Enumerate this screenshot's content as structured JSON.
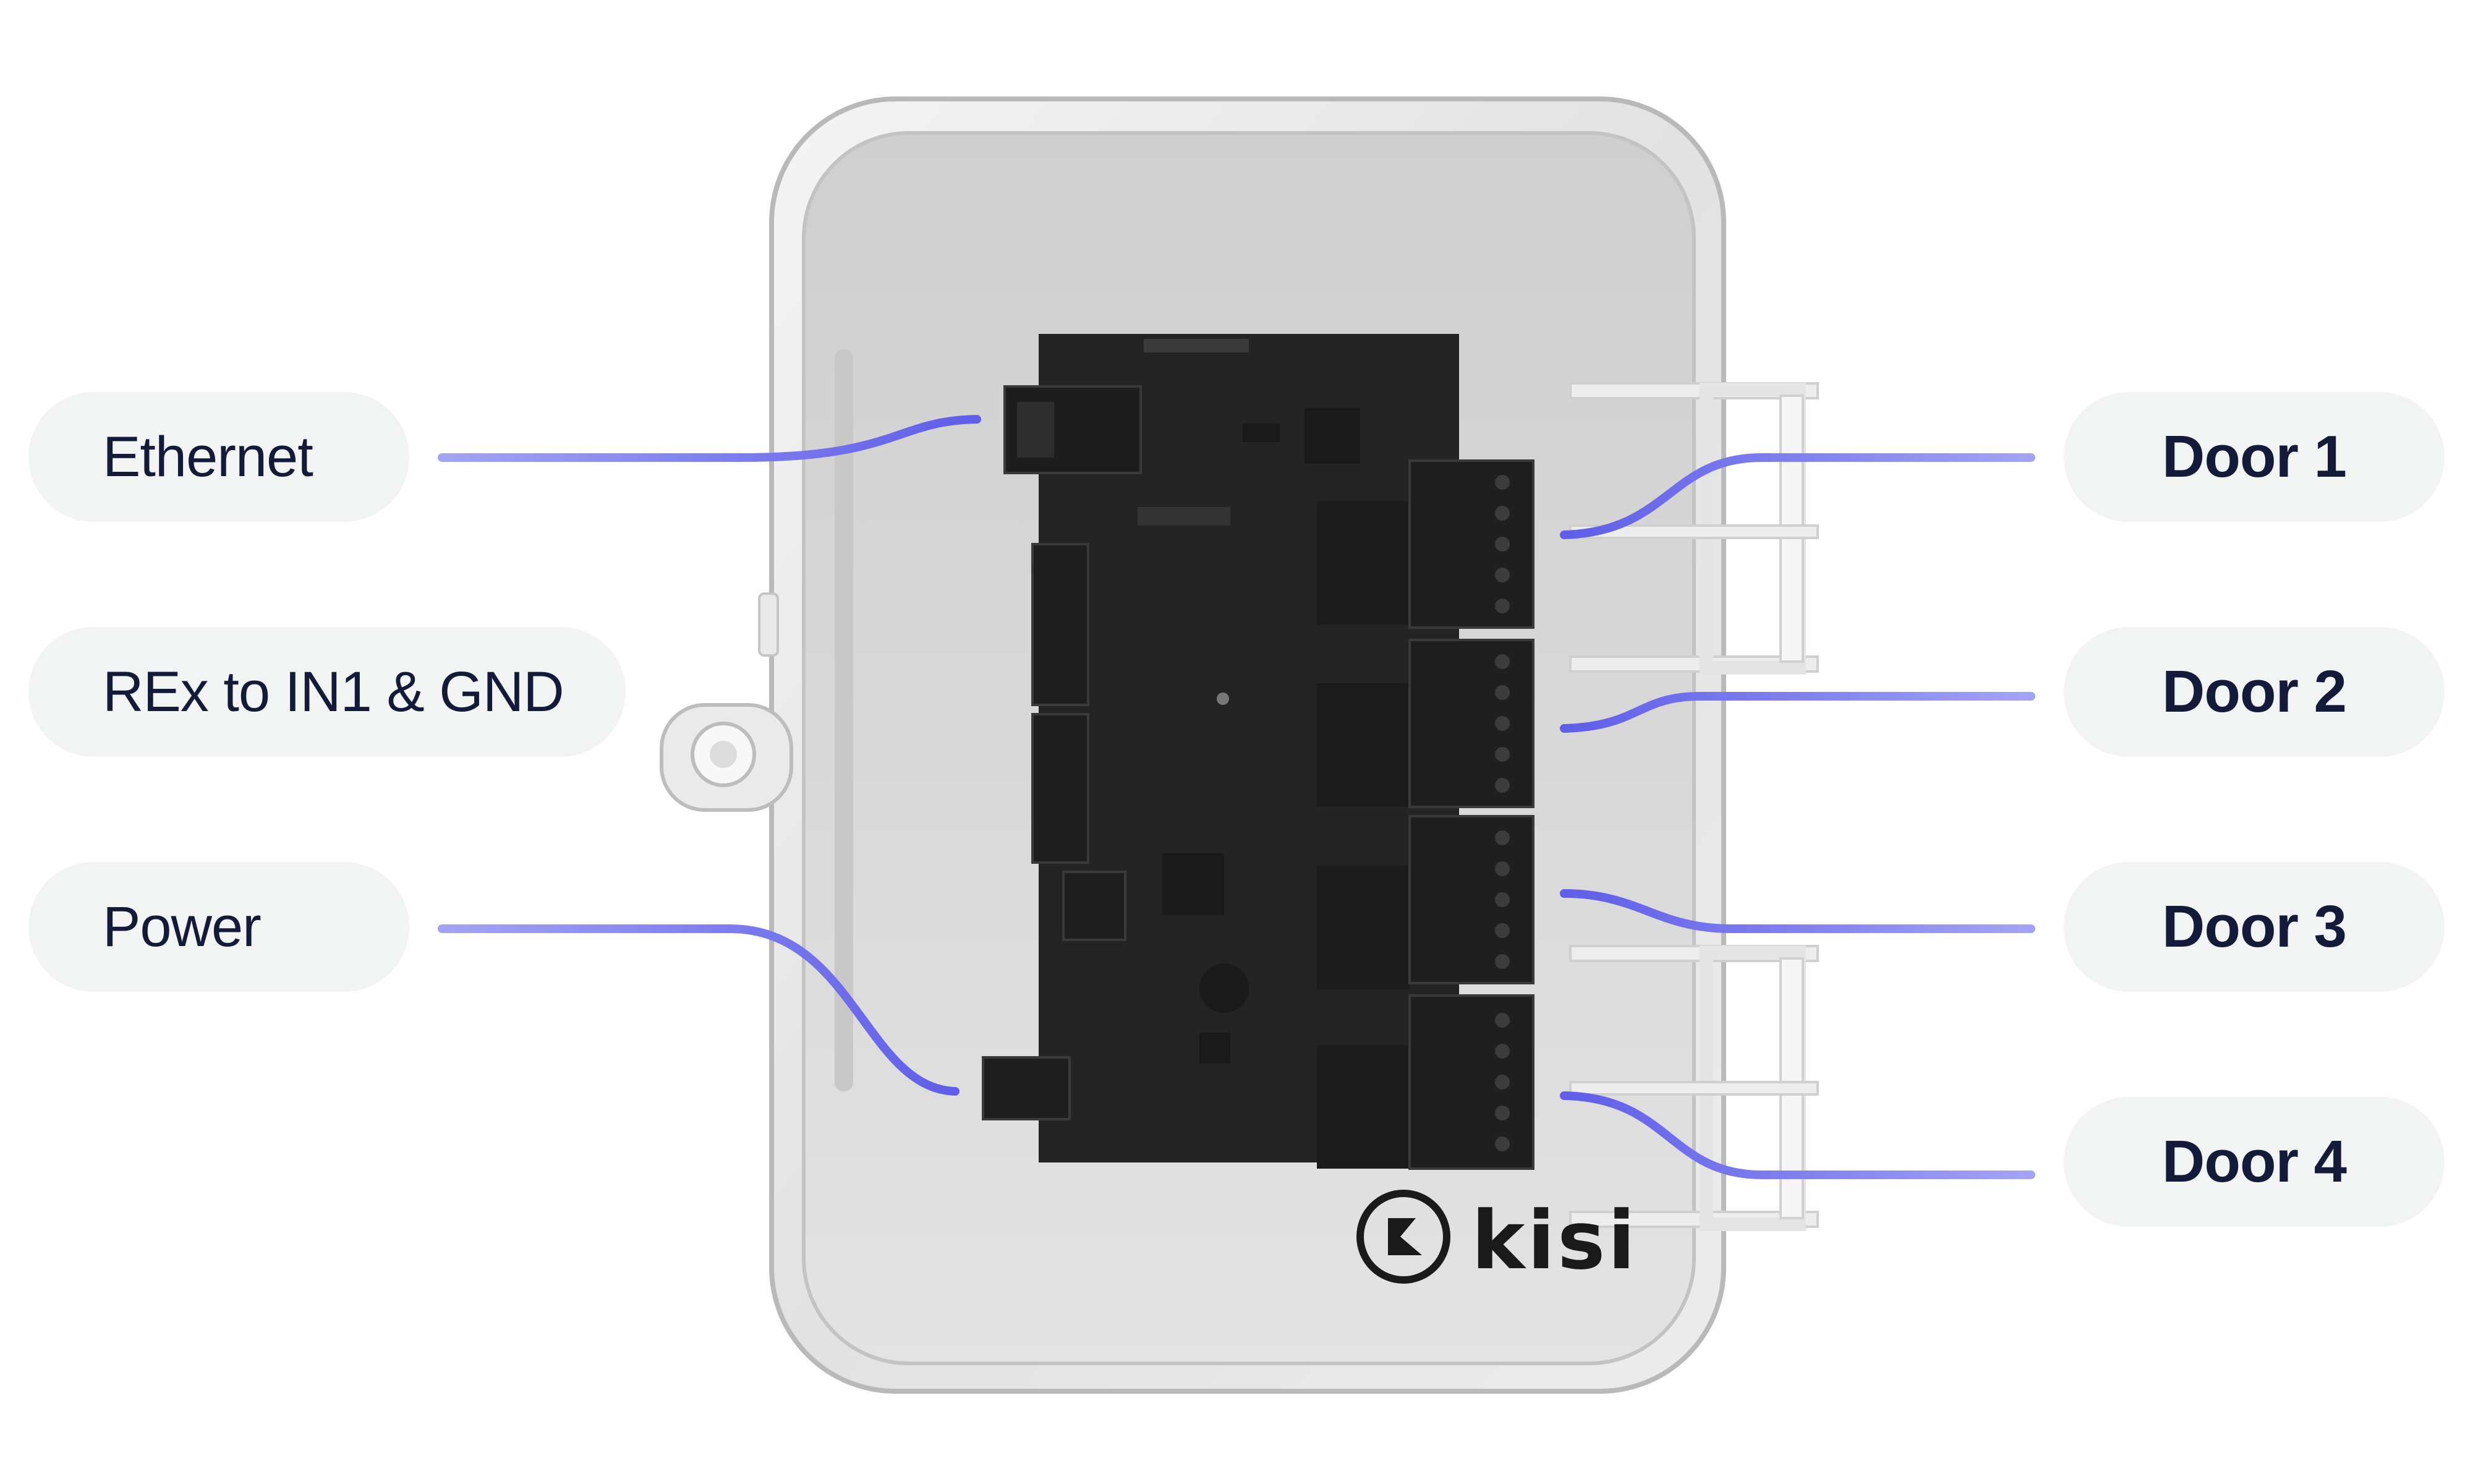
{
  "labels": {
    "left": {
      "ethernet": "Ethernet",
      "rex": "REx to IN1 & GND",
      "power": "Power"
    },
    "right": {
      "door1": "Door 1",
      "door2": "Door 2",
      "door3": "Door 3",
      "door4": "Door 4"
    }
  },
  "brand": {
    "logo_text": "kisi"
  },
  "colors": {
    "connector_line": "#6f6ff0",
    "pill_background": "#f2f3f3",
    "label_text": "#141a3a",
    "board": "#222222",
    "enclosure": "#d9d9d9"
  }
}
